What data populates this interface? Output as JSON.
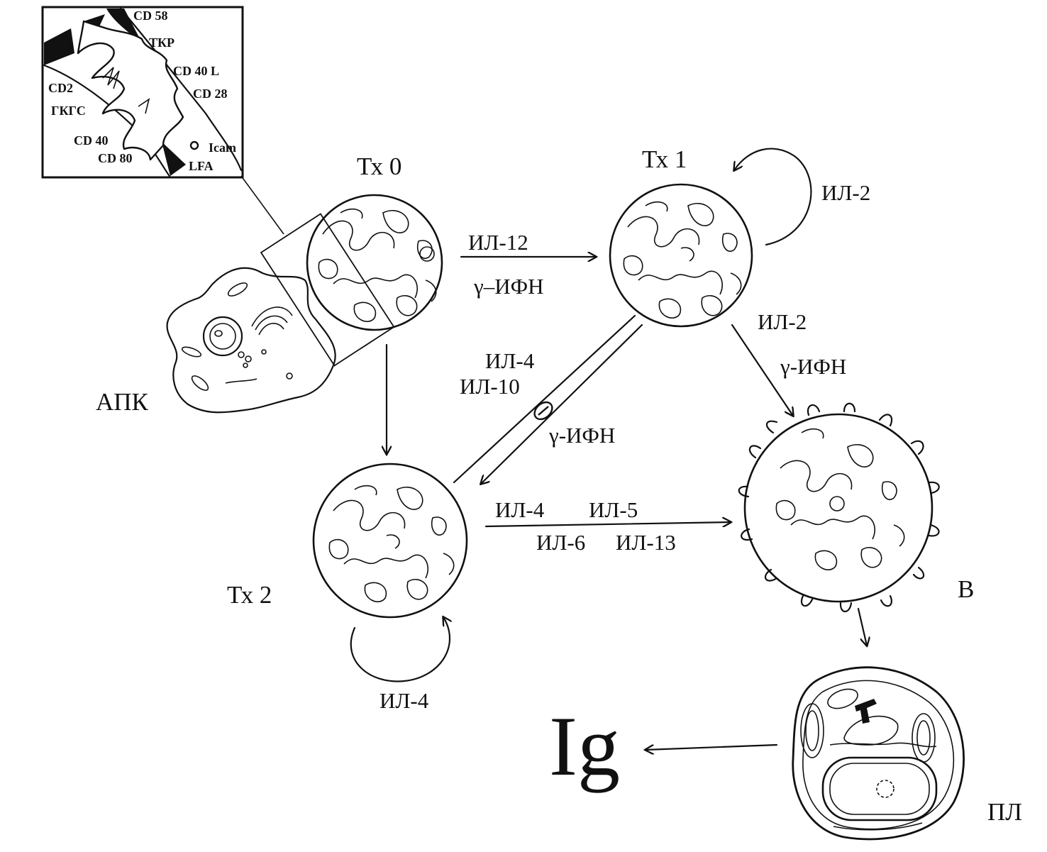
{
  "diagram": {
    "cells": {
      "th0": "Тх 0",
      "th1": "Тх 1",
      "th2": "Тх 2",
      "apc": "АПК",
      "b_cell": "В",
      "plasma": "ПЛ"
    },
    "product": "Ig",
    "inset": {
      "cd58": "CD 58",
      "tkr": "ТКР",
      "cd40l": "CD 40 L",
      "cd28": "CD 28",
      "cd2": "CD2",
      "gkgs": "ГКГС",
      "cd40": "CD 40",
      "cd80": "CD 80",
      "icam": "Icam",
      "lfa": "LFA"
    },
    "edges": {
      "th0_to_th1": [
        "ИЛ-12",
        "γ–ИФН"
      ],
      "th1_self": "ИЛ-2",
      "th1_to_b": [
        "ИЛ-2",
        "γ-ИФН"
      ],
      "th2_to_th1_inhibit": [
        "ИЛ-4",
        "ИЛ-10"
      ],
      "th1_to_th2_inhibit": "γ-ИФН",
      "th2_to_b": [
        "ИЛ-4",
        "ИЛ-5",
        "ИЛ-6",
        "ИЛ-13"
      ],
      "th2_self": "ИЛ-4"
    }
  }
}
